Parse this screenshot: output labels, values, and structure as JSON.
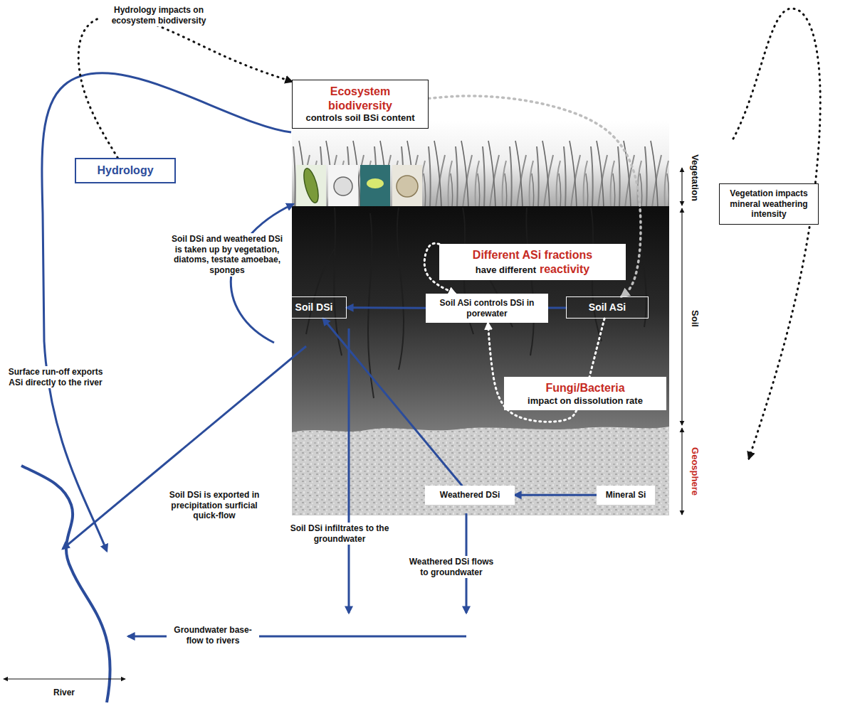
{
  "diagram": {
    "nodes": [
      {
        "text": [
          "Ecosystem biodiversity",
          "controls soil BSi content"
        ]
      },
      {
        "text": [
          "Hydrology"
        ]
      },
      {
        "text": [
          "Vegetation impacts mineral weathering intensity"
        ]
      },
      {
        "text": [
          "Different ASi fractions",
          "have different",
          "reactivity"
        ]
      },
      {
        "text": [
          "Soil DSi"
        ]
      },
      {
        "text": [
          "Soil ASi controls DSi in porewater"
        ]
      },
      {
        "text": [
          "Soil ASi"
        ]
      },
      {
        "text": [
          "Fungi/Bacteria",
          "impact on dissolution rate"
        ]
      },
      {
        "text": [
          "Weathered DSi"
        ]
      },
      {
        "text": [
          "Mineral Si"
        ]
      }
    ],
    "edges": [
      {
        "from": 1,
        "to": 0,
        "arrow": "to",
        "label": "Hydrology impacts on ecosystem biodiversity"
      },
      {
        "from": 0,
        "to": 6,
        "arrow": "to"
      },
      {
        "from": 6,
        "to": 5,
        "arrow": "none"
      },
      {
        "from": 5,
        "to": 4,
        "arrow": "to"
      },
      {
        "from": 3,
        "to": 5,
        "arrow": "to"
      },
      {
        "from": 7,
        "to": 5,
        "arrow": "to"
      },
      {
        "from": 6,
        "to": 7,
        "arrow": "none"
      },
      {
        "from": 9,
        "to": 8,
        "arrow": "to"
      },
      {
        "from": 8,
        "to": 4,
        "arrow": "to"
      }
    ],
    "labels": [
      "Surface run-off exports ASi directly to the river",
      "Soil DSi and weathered DSi is taken up by vegetation, diatoms, testate amoebae, sponges",
      "Vegetation",
      "Soil",
      "Geosphere",
      "Soil DSi is exported in precipitation surficial quick-flow",
      "Soil DSi infiltrates to the groundwater",
      "Weathered DSi flows to groundwater",
      "Groundwater base-flow to rivers",
      "River"
    ]
  }
}
